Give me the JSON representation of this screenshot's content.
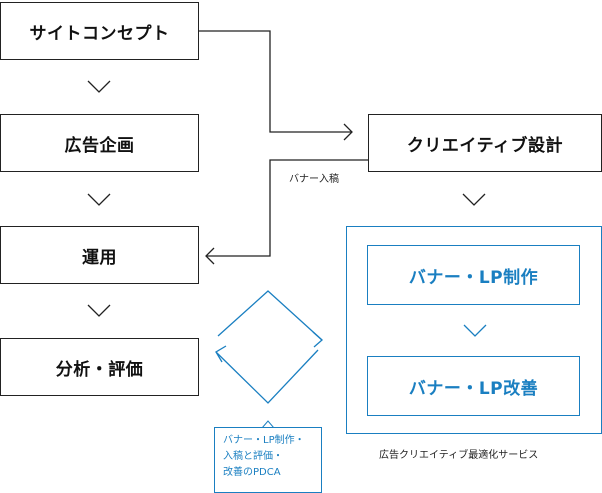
{
  "left_flow": [
    "サイトコンセプト",
    "広告企画",
    "運用",
    "分析・評価"
  ],
  "creative_design": "クリエイティブ設計",
  "banner_label": "バナー入稿",
  "service_boxes": [
    "バナー・LP制作",
    "バナー・LP改善"
  ],
  "service_caption": "広告クリエイティブ最適化サービス",
  "pdca_callout": [
    "バナー・LP制作・",
    "入稿と評価・",
    "改善のPDCA"
  ],
  "colors": {
    "accent": "#1a7fc1",
    "line": "#222222"
  }
}
